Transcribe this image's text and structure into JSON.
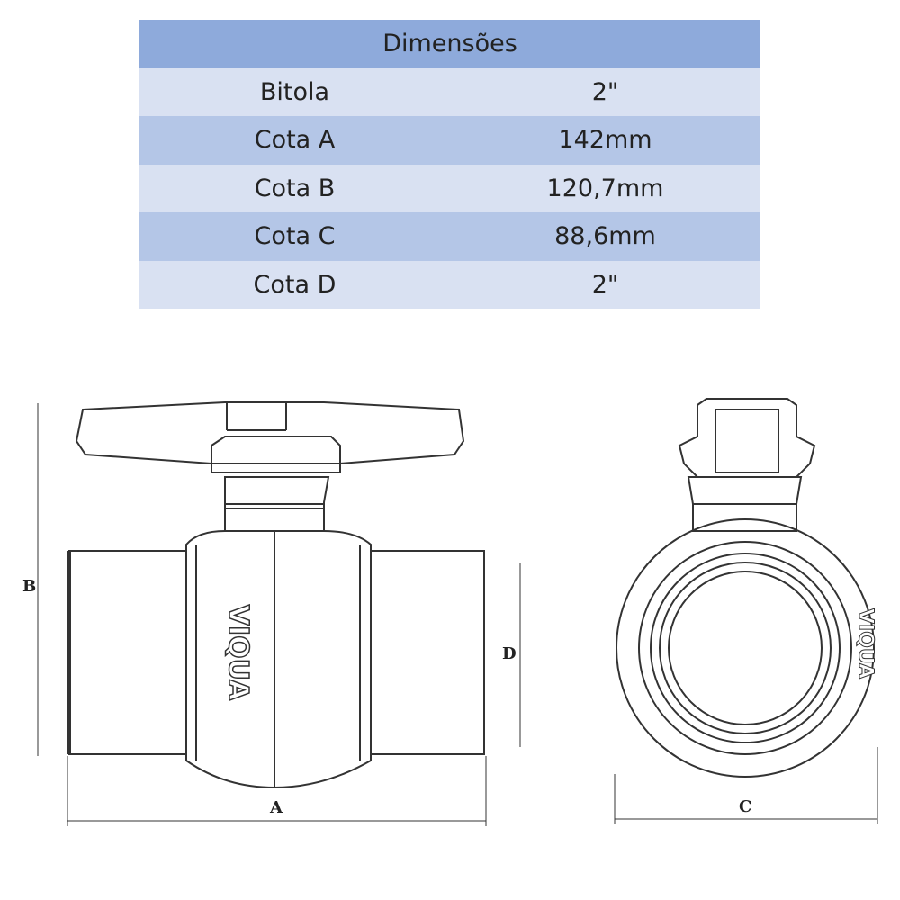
{
  "table": {
    "title": "Dimensões",
    "rows": [
      {
        "label": "Bitola",
        "value": "2\""
      },
      {
        "label": "Cota A",
        "value": "142mm"
      },
      {
        "label": "Cota B",
        "value": "120,7mm"
      },
      {
        "label": "Cota C",
        "value": "88,6mm"
      },
      {
        "label": "Cota D",
        "value": "2\""
      }
    ]
  },
  "drawing": {
    "brand": "VIQUA",
    "dimension_labels": {
      "a": "A",
      "b": "B",
      "c": "C",
      "d": "D"
    }
  },
  "colors": {
    "header": "#8eaadb",
    "row_light": "#d9e1f2",
    "row_medium": "#b4c6e7"
  }
}
